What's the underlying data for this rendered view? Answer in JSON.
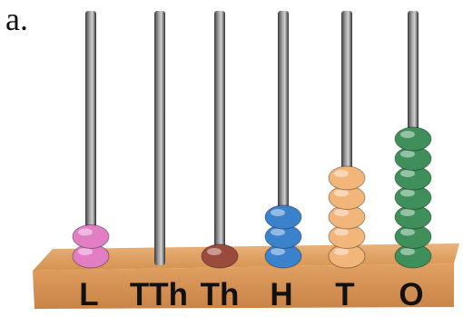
{
  "problem_label": "a.",
  "abacus": {
    "rods": [
      {
        "place": "L",
        "beads": 2,
        "bead_color": "#e27fc4"
      },
      {
        "place": "TTh",
        "beads": 0,
        "bead_color": "#cccccc"
      },
      {
        "place": "Th",
        "beads": 1,
        "bead_color": "#9b4a3e"
      },
      {
        "place": "H",
        "beads": 3,
        "bead_color": "#3b82cc"
      },
      {
        "place": "T",
        "beads": 5,
        "bead_color": "#f2b67a"
      },
      {
        "place": "O",
        "beads": 7,
        "bead_color": "#3f8f5a"
      }
    ],
    "base_color": "#e09c5c",
    "rod_color": "#6a6a6a"
  }
}
